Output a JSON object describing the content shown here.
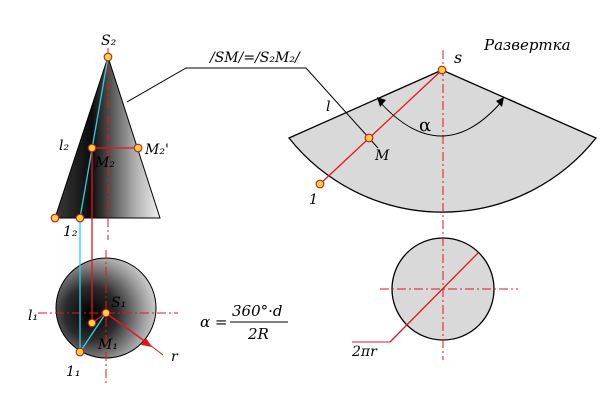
{
  "title": "Развертка",
  "formula_top": "/SM/=/S₂M₂/",
  "labels": {
    "s2": "S₂",
    "l2": "l₂",
    "m2": "M₂",
    "m2p": "M₂'",
    "l2b": "1₂",
    "s1": "S₁",
    "l1": "l₁",
    "m1": "M₁",
    "one1": "1₁",
    "r": "r",
    "s_dev": "s",
    "l_dev": "l",
    "m_dev": "M",
    "one_dev": "1",
    "alpha": "α",
    "two_pi_r": "2πr"
  },
  "formula": {
    "lhs": "α =",
    "numerator": "360°·d",
    "denominator": "2R"
  },
  "colors": {
    "red": "#e8141b",
    "cyan": "#26d3e6",
    "fill_gray": "#d9d9d9",
    "point": "#ffd33d"
  }
}
